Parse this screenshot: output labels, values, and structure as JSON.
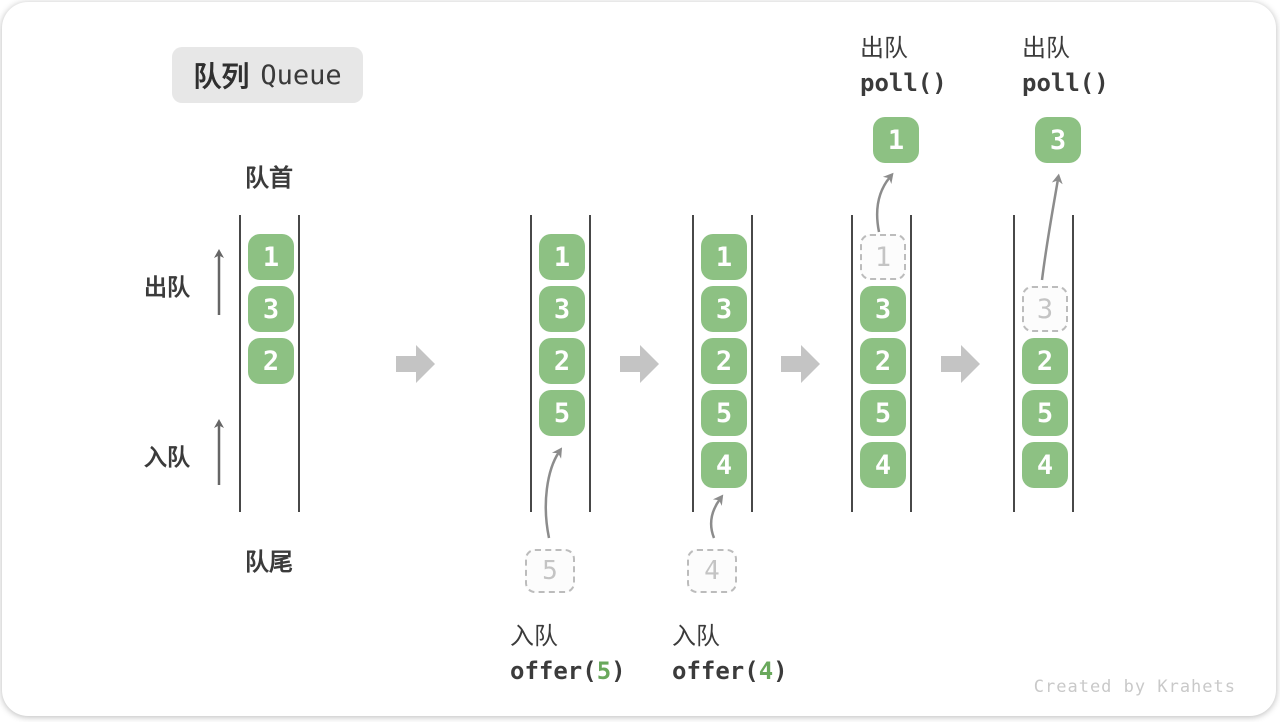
{
  "title_badge": {
    "zh": "队列",
    "en": "Queue"
  },
  "front_label": "队首",
  "rear_label": "队尾",
  "side_labels": {
    "dequeue": "出队",
    "enqueue": "入队"
  },
  "credit": "Created by Krahets",
  "colors": {
    "element_green": "#8dc183",
    "code_arg_green": "#69a85c",
    "block_arrow_gray": "#c4c4c4",
    "curve_arrow_gray": "#8c8c8c",
    "dashed_gray": "#bcbcbc",
    "text_dark": "#3b3b3b"
  },
  "stages": [
    {
      "slots": [
        {
          "v": "1"
        },
        {
          "v": "3"
        },
        {
          "v": "2"
        }
      ]
    },
    {
      "slots": [
        {
          "v": "1"
        },
        {
          "v": "3"
        },
        {
          "v": "2"
        },
        {
          "v": "5"
        }
      ],
      "incoming_value": "5",
      "op": {
        "label": "入队",
        "code_prefix": "offer(",
        "code_arg": "5",
        "code_suffix": ")"
      }
    },
    {
      "slots": [
        {
          "v": "1"
        },
        {
          "v": "3"
        },
        {
          "v": "2"
        },
        {
          "v": "5"
        },
        {
          "v": "4"
        }
      ],
      "incoming_value": "4",
      "op": {
        "label": "入队",
        "code_prefix": "offer(",
        "code_arg": "4",
        "code_suffix": ")"
      }
    },
    {
      "slots": [
        {
          "v": "1",
          "dashed": true
        },
        {
          "v": "3"
        },
        {
          "v": "2"
        },
        {
          "v": "5"
        },
        {
          "v": "4"
        }
      ],
      "outgoing_value": "1",
      "op": {
        "label": "出队",
        "code": "poll()"
      }
    },
    {
      "slots": [
        null,
        {
          "v": "3",
          "dashed": true
        },
        {
          "v": "2"
        },
        {
          "v": "5"
        },
        {
          "v": "4"
        }
      ],
      "outgoing_value": "3",
      "op": {
        "label": "出队",
        "code": "poll()"
      }
    }
  ]
}
